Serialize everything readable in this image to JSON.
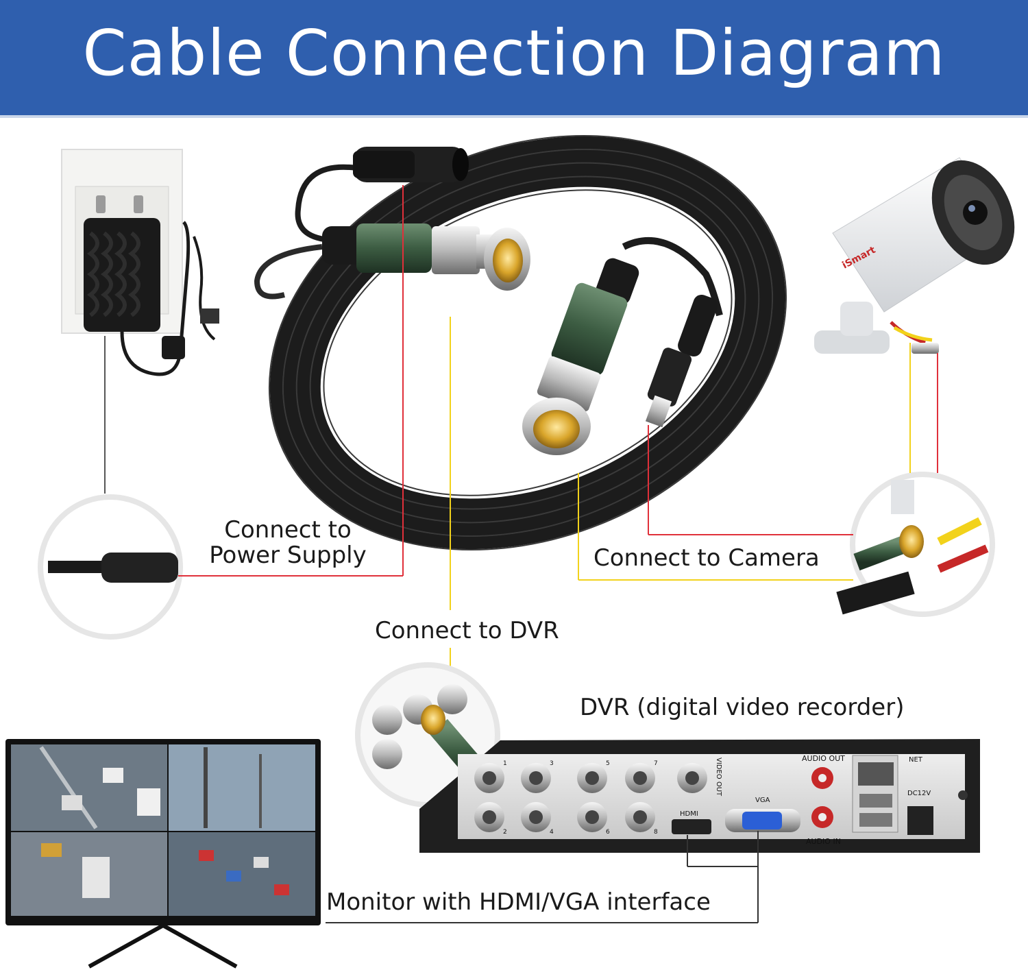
{
  "header": {
    "title": "Cable Connection Diagram"
  },
  "labels": {
    "power_line1": "Connect to",
    "power_line2": "Power Supply",
    "camera": "Connect to Camera",
    "dvr": "Connect to DVR",
    "dvr_device": "DVR (digital video recorder)",
    "monitor": "Monitor with HDMI/VGA interface"
  },
  "camera": {
    "brand": "iSmart"
  },
  "dvr_panel": {
    "video_out": "VIDEO OUT",
    "audio_out": "AUDIO OUT",
    "audio_in": "AUDIO IN",
    "hdmi": "HDMI",
    "vga": "VGA",
    "net": "NET",
    "dc": "DC12V",
    "channels_top": [
      "1",
      "3",
      "5",
      "7"
    ],
    "channels_bottom": [
      "2",
      "4",
      "6",
      "8"
    ]
  },
  "colors": {
    "banner": "#2f5fae",
    "power_line": "#e0303a",
    "video_line": "#f2d21b",
    "display_line": "#333333"
  }
}
